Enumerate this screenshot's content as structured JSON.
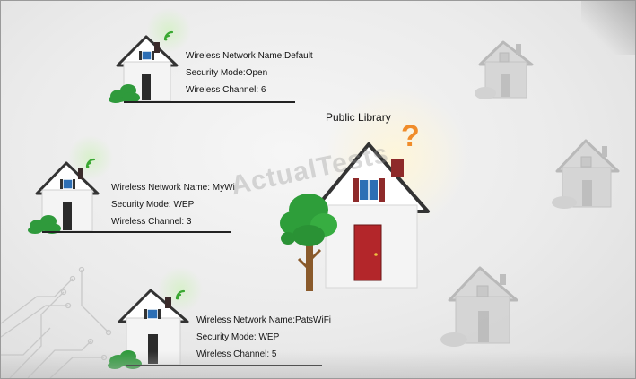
{
  "networks": [
    {
      "name_text": "Wireless Network Name:Default",
      "security_text": "Security Mode:Open",
      "channel_text": "Wireless Channel: 6"
    },
    {
      "name_text": "Wireless Network Name: MyWi",
      "security_text": "Security Mode: WEP",
      "channel_text": "Wireless Channel: 3"
    },
    {
      "name_text": "Wireless Network Name:PatsWiFi",
      "security_text": "Security Mode: WEP",
      "channel_text": "Wireless Channel: 5"
    }
  ],
  "library": {
    "title": "Public Library",
    "question_mark": "?"
  },
  "watermark": "ActualTests",
  "colors": {
    "wifi_signal": "#3aa832",
    "question_mark": "#f08c2a",
    "library_door": "#b3262a",
    "library_window": "#2d6fb5",
    "tree": "#2e9e3a",
    "shrub": "#2f9a3c",
    "faded_house": "#a9a9a9"
  },
  "icons": [
    "house-icon",
    "wifi-icon",
    "shrub-icon",
    "tree-icon",
    "question-mark-icon",
    "circuit-lines-icon"
  ]
}
